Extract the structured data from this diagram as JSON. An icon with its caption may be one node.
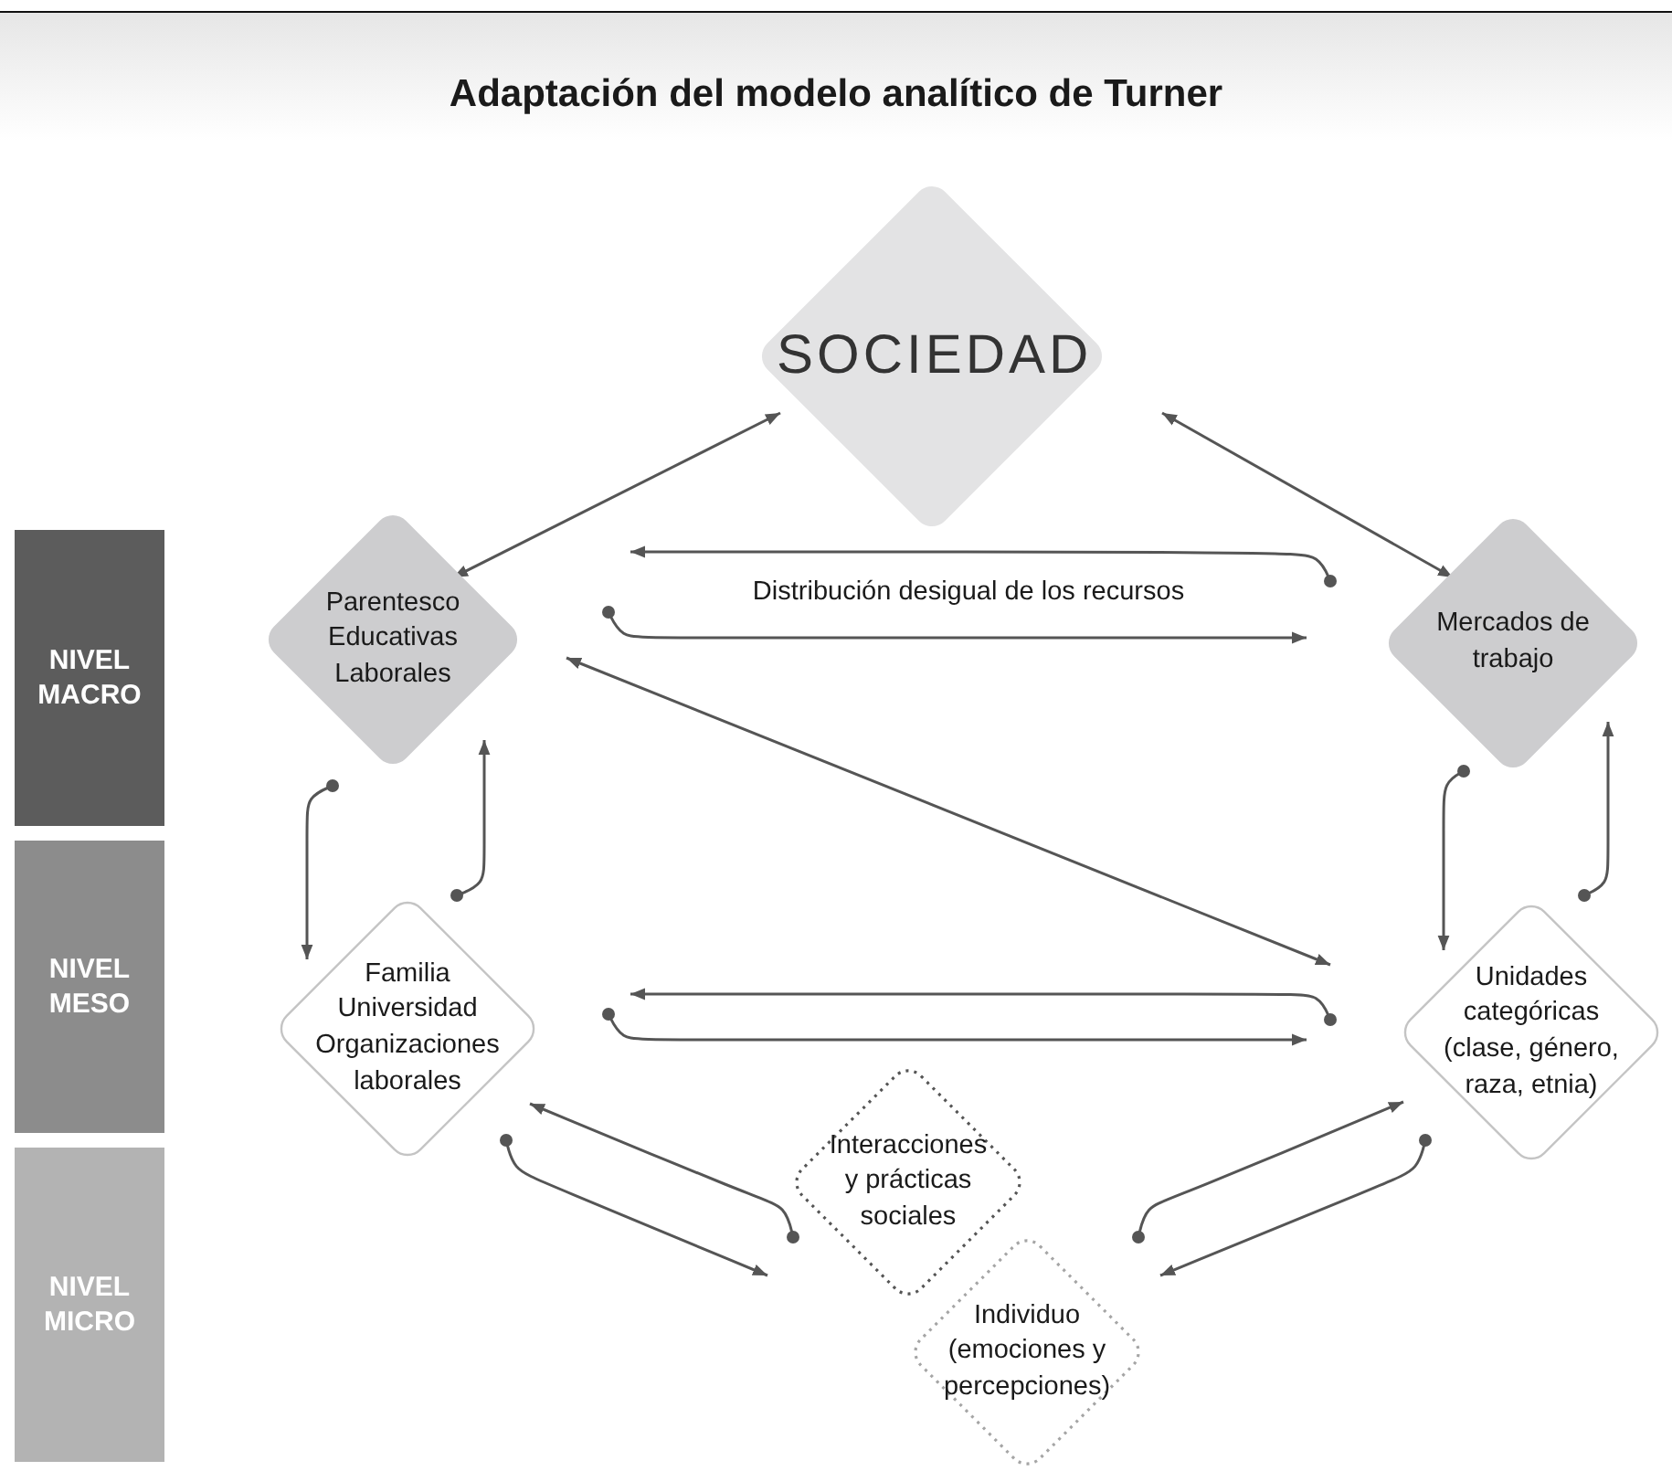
{
  "diagram": {
    "title": "Adaptación del modelo analítico de Turner",
    "nodes": [
      {
        "text": [
          "SOCIEDAD"
        ]
      },
      {
        "text": [
          "Parentesco Educativas Laborales"
        ]
      },
      {
        "text": [
          "Mercados de trabajo"
        ]
      },
      {
        "text": [
          "Familia Universidad Organizaciones laborales"
        ]
      },
      {
        "text": [
          "Unidades categóricas (clase, género, raza, etnia)"
        ]
      },
      {
        "text": [
          "Interacciones y prácticas sociales"
        ]
      },
      {
        "text": [
          "Individuo (emociones y percepciones)"
        ]
      },
      {
        "text": [
          "NIVEL MACRO"
        ]
      },
      {
        "text": [
          "NIVEL MESO"
        ]
      },
      {
        "text": [
          "NIVEL MICRO"
        ]
      }
    ],
    "edges": [
      {
        "from": 0,
        "to": 1,
        "arrow": "both"
      },
      {
        "from": 0,
        "to": 2,
        "arrow": "both"
      },
      {
        "from": 2,
        "to": 1,
        "arrow": "to"
      },
      {
        "from": 1,
        "to": 2,
        "arrow": "to"
      },
      {
        "from": 1,
        "to": 3,
        "arrow": "to"
      },
      {
        "from": 3,
        "to": 1,
        "arrow": "to"
      },
      {
        "from": 1,
        "to": 4,
        "arrow": "both"
      },
      {
        "from": 2,
        "to": 4,
        "arrow": "to"
      },
      {
        "from": 4,
        "to": 2,
        "arrow": "to"
      },
      {
        "from": 4,
        "to": 3,
        "arrow": "to"
      },
      {
        "from": 3,
        "to": 4,
        "arrow": "to"
      },
      {
        "from": 5,
        "to": 3,
        "arrow": "to"
      },
      {
        "from": 3,
        "to": 5,
        "arrow": "to"
      },
      {
        "from": 6,
        "to": 4,
        "arrow": "to"
      },
      {
        "from": 4,
        "to": 6,
        "arrow": "to"
      }
    ],
    "labels": [
      "Distribución desigual de los recursos"
    ]
  }
}
